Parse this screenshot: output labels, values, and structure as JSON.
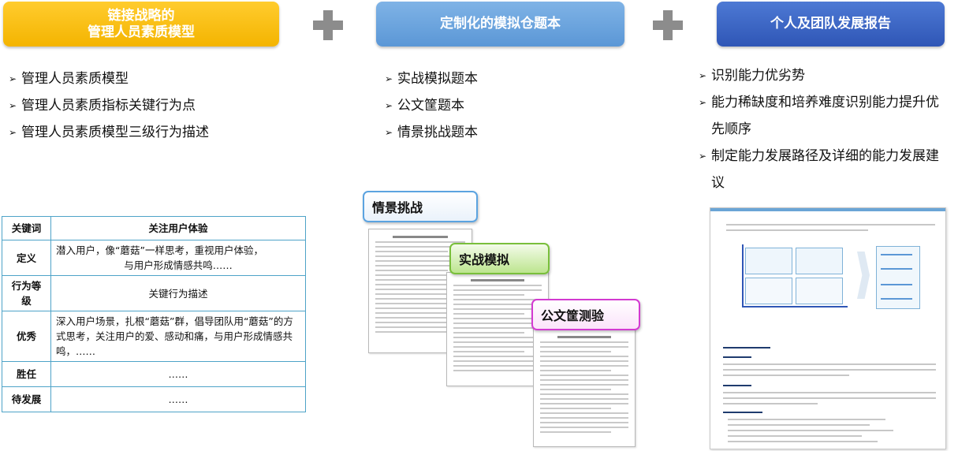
{
  "headers": {
    "h1_line1": "链接战略的",
    "h1_line2": "管理人员素质模型",
    "h2": "定制化的模拟仓题本",
    "h3": "个人及团队发展报告"
  },
  "colors": {
    "yellow": "#f4b400",
    "light_blue": "#5b97d6",
    "dark_blue": "#2f56b6",
    "plus_gray": "#8c8c8c"
  },
  "bullet_glyph": "➢",
  "list1": [
    "管理人员素质模型",
    "管理人员素质指标关键行为点",
    "管理人员素质模型三级行为描述"
  ],
  "list2": [
    "实战模拟题本",
    "公文筐题本",
    "情景挑战题本"
  ],
  "list3": [
    "识别能力优劣势",
    "能力稀缺度和培养难度识别能力提升优先顺序",
    "制定能力发展路径及详细的能力发展建议"
  ],
  "table": {
    "head_key": "关键词",
    "head_val": "关注用户体验",
    "r1_key": "定义",
    "r1_l1": "潜入用户，像“蘑菇”一样思考，重视用户体验，",
    "r1_l2": "与用户形成情感共鸣……",
    "r2_key": "行为等级",
    "r2_val": "关键行为描述",
    "r3_key": "优秀",
    "r3_val": "深入用户场景，扎根“蘑菇”群，倡导团队用“蘑菇”的方式思考，关注用户的爱、感动和痛，与用户形成情感共鸣，……",
    "r4_key": "胜任",
    "r4_val": "……",
    "r5_key": "待发展",
    "r5_val": "……"
  },
  "tags": {
    "t1": "情景挑战",
    "t2": "实战模拟",
    "t3": "公文筐测验"
  }
}
